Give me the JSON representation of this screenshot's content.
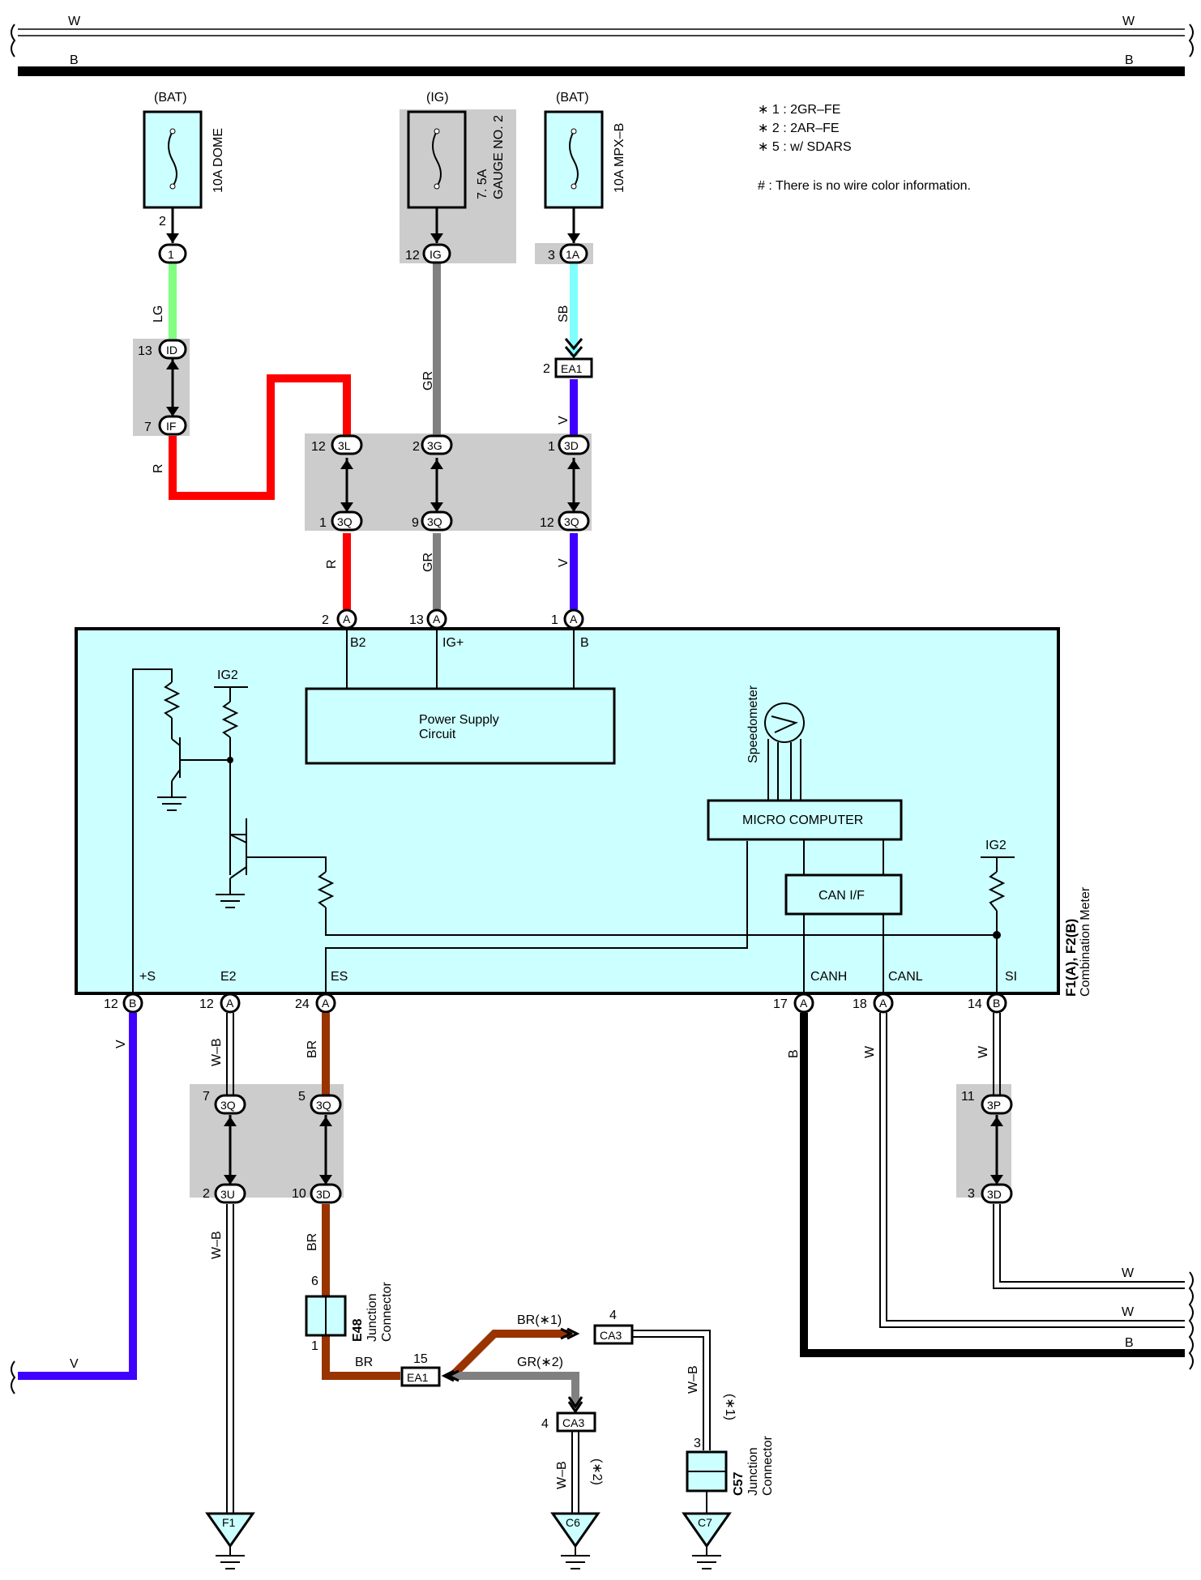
{
  "bus": {
    "top_w_left": "W",
    "top_w_right": "W",
    "top_b_left": "B",
    "top_b_right": "B"
  },
  "legend": {
    "note1": "∗ 1 : 2GR–FE",
    "note2": "∗ 2 : 2AR–FE",
    "note5": "∗ 5 : w/ SDARS",
    "note_hash": "# : There is no wire color information."
  },
  "fuses": {
    "dome": {
      "source": "(BAT)",
      "name": "10A DOME",
      "pin": "2",
      "conn": "1"
    },
    "gauge": {
      "source": "(IG)",
      "name_line1": "7. 5A",
      "name_line2": "GAUGE NO. 2",
      "pin": "12",
      "conn": "IG"
    },
    "mpx": {
      "source": "(BAT)",
      "name": "10A MPX–B",
      "pin": "3",
      "conn": "1A"
    }
  },
  "wires": {
    "lg": "LG",
    "r1": "R",
    "r2": "R",
    "gr1": "GR",
    "gr2": "GR",
    "sb": "SB",
    "v1": "V",
    "v2": "V",
    "v3": "V",
    "v4": "V",
    "wb1": "W–B",
    "wb2": "W–B",
    "br1": "BR",
    "br2": "BR",
    "br3": "BR",
    "b1": "B",
    "b2": "B",
    "w1": "W",
    "w2": "W",
    "w3": "W",
    "w4": "W",
    "br_star1": "BR(∗1)",
    "gr_star2": "GR(∗2)",
    "wb3": "W–B",
    "wb4": "W–B",
    "star1": "(∗1)",
    "star2": "(∗2)"
  },
  "connectors": {
    "id": {
      "pin": "13",
      "name": "ID"
    },
    "if": {
      "pin": "7",
      "name": "IF"
    },
    "ea1_top": {
      "pin": "2",
      "name": "EA1"
    },
    "3l": {
      "pin": "12",
      "name": "3L"
    },
    "3g": {
      "pin": "2",
      "name": "3G"
    },
    "3d_top": {
      "pin": "1",
      "name": "3D"
    },
    "3q_a": {
      "pin": "1",
      "name": "3Q"
    },
    "3q_b": {
      "pin": "9",
      "name": "3Q"
    },
    "3q_c": {
      "pin": "12",
      "name": "3Q"
    },
    "a2": {
      "pin": "2",
      "name": "A"
    },
    "a13": {
      "pin": "13",
      "name": "A"
    },
    "a1": {
      "pin": "1",
      "name": "A"
    },
    "b12": {
      "pin": "12",
      "name": "B"
    },
    "a12": {
      "pin": "12",
      "name": "A"
    },
    "a24": {
      "pin": "24",
      "name": "A"
    },
    "a17": {
      "pin": "17",
      "name": "A"
    },
    "a18": {
      "pin": "18",
      "name": "A"
    },
    "b14": {
      "pin": "14",
      "name": "B"
    },
    "3q_7": {
      "pin": "7",
      "name": "3Q"
    },
    "3q_5": {
      "pin": "5",
      "name": "3Q"
    },
    "3u_2": {
      "pin": "2",
      "name": "3U"
    },
    "3d_10": {
      "pin": "10",
      "name": "3D"
    },
    "3p_11": {
      "pin": "11",
      "name": "3P"
    },
    "3d_3": {
      "pin": "3",
      "name": "3D"
    },
    "e48_6": "6",
    "e48_1": "1",
    "ea1_bot": {
      "pin": "15",
      "name": "EA1"
    },
    "ca3_top": {
      "pin": "4",
      "name": "CA3"
    },
    "ca3_bot": {
      "pin": "4",
      "name": "CA3"
    },
    "c57_3": "3"
  },
  "meter": {
    "b2": "B2",
    "igp": "IG+",
    "b": "B",
    "ig2_left": "IG2",
    "ig2_right": "IG2",
    "psu_line1": "Power Supply",
    "psu_line2": "Circuit",
    "speedometer": "Speedometer",
    "micro": "MICRO COMPUTER",
    "can": "CAN I/F",
    "ps": "+S",
    "e2": "E2",
    "es": "ES",
    "canh": "CANH",
    "canl": "CANL",
    "si": "SI",
    "title_line1": "F1(A), F2(B)",
    "title_line2": "Combination Meter"
  },
  "junctions": {
    "e48_id": "E48",
    "e48_l1": "Junction",
    "e48_l2": "Connector",
    "c57_id": "C57",
    "c57_l1": "Junction",
    "c57_l2": "Connector"
  },
  "grounds": {
    "f1": "F1",
    "c6": "C6",
    "c7": "C7"
  },
  "colors": {
    "lg": "#80ff80",
    "red": "#ff0000",
    "gray": "#808080",
    "sb": "#80ffff",
    "violet": "#4000ff",
    "brown": "#993300",
    "black": "#000000",
    "box_fill": "#ccffff",
    "shade": "#cccccc"
  }
}
